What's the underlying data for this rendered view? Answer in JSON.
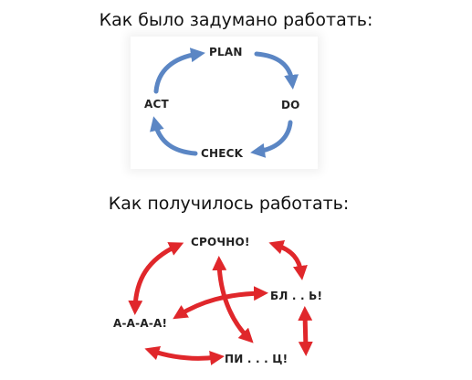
{
  "top": {
    "title": "Как было задумано работать:",
    "labels": {
      "plan": "PLAN",
      "do": "DO",
      "check": "CHECK",
      "act": "ACT"
    },
    "arrow_color": "#5b86c4"
  },
  "bottom": {
    "title": "Как получилось работать:",
    "labels": {
      "s1": "СРОЧНО!",
      "s2": "БЛ . . Ь!",
      "s3": "А-А-А-А!",
      "s4": "ПИ . . . Ц!"
    },
    "arrow_color": "#e0272b"
  }
}
